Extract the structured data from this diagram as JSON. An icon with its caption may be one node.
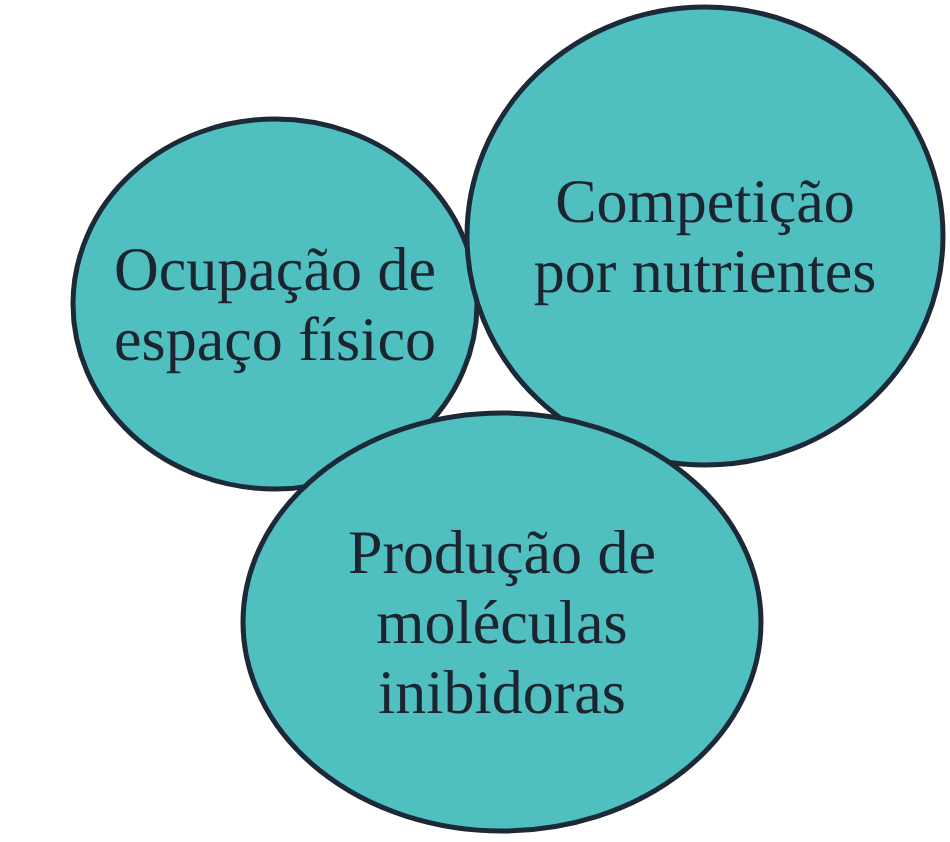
{
  "diagram": {
    "nodes": [
      {
        "text": [
          "Ocupação de espaço físico"
        ]
      },
      {
        "text": [
          "Competição por nutrientes"
        ]
      },
      {
        "text": [
          "Produção de moléculas inibidoras"
        ]
      }
    ],
    "edges": []
  }
}
